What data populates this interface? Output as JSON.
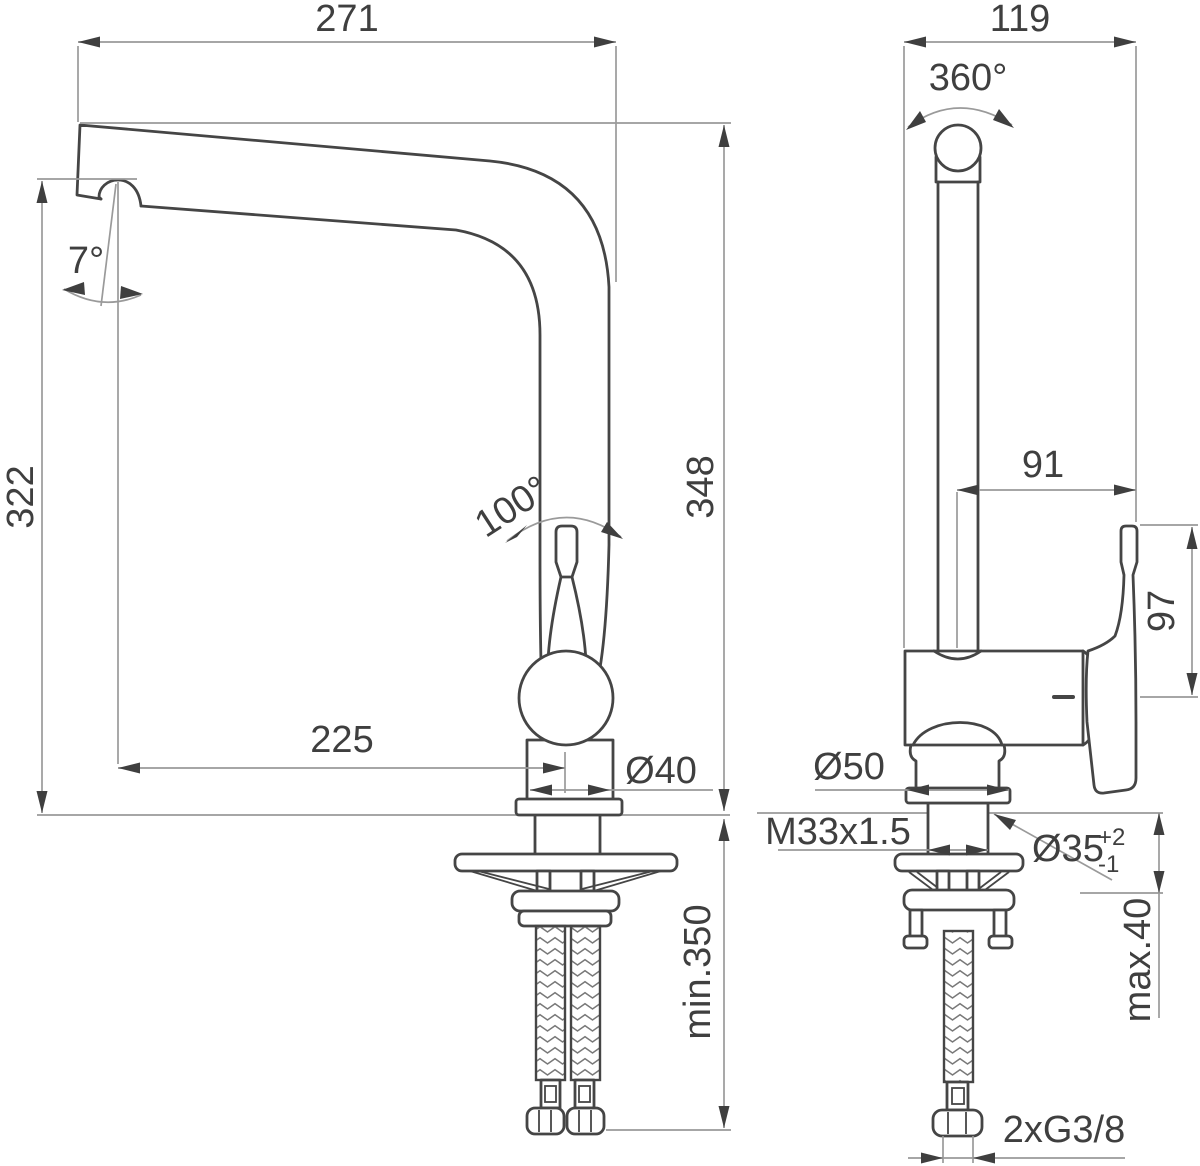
{
  "meta": {
    "background_color": "#ffffff",
    "outline_color": "#454545",
    "dimension_line_color": "#9a9a9a",
    "text_color": "#3f3f3f"
  },
  "side_view": {
    "spout_reach": "271",
    "spout_angle": "7°",
    "height_to_outlet": "322",
    "height_to_spout_top": "348",
    "handle_swivel_angle": "100°",
    "outlet_to_axis": "225",
    "body_diameter": "Ø40",
    "min_clearance_below": "min.350"
  },
  "front_view": {
    "overall_width": "119",
    "spout_rotation": "360°",
    "handle_offset": "91",
    "handle_height": "97",
    "base_diameter": "Ø50",
    "mounting_thread": "M33x1.5",
    "hole_diameter": "Ø35",
    "hole_tolerance_upper": "+2",
    "hole_tolerance_lower": "-1",
    "max_deck_thickness": "max.40",
    "supply_connections": "2xG3/8"
  }
}
